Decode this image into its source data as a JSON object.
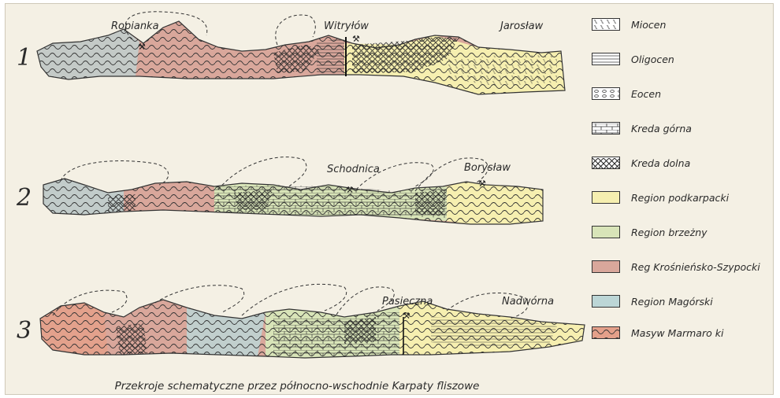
{
  "sections": [
    {
      "number": "1",
      "places": [
        "Ropianka",
        "Witryłów",
        "Jarosław"
      ]
    },
    {
      "number": "2",
      "places": [
        "Schodnica",
        "Borysław"
      ]
    },
    {
      "number": "3",
      "places": [
        "Pasieczna",
        "Nadwórna"
      ]
    }
  ],
  "legend": [
    {
      "label": "Miocen",
      "pattern": "miocen"
    },
    {
      "label": "Oligocen",
      "pattern": "oligocen"
    },
    {
      "label": "Eocen",
      "pattern": "eocen"
    },
    {
      "label": "Kreda górna",
      "pattern": "kreda-gorna"
    },
    {
      "label": "Kreda dolna",
      "pattern": "kreda-dolna"
    },
    {
      "label": "Region podkarpacki",
      "color": "#f6efb0"
    },
    {
      "label": "Region brzeżny",
      "color": "#d8e4b8"
    },
    {
      "label": "Reg Krośnieńsko-Szypocki",
      "color": "#d9a79b"
    },
    {
      "label": "Region Magórski",
      "color": "#bcd6d6"
    },
    {
      "label": "Masyw Marmaro ki",
      "color": "#e4a08a"
    }
  ],
  "caption": "Przekroje schematyczne przez północno-wschodnie Karpaty fliszowe"
}
